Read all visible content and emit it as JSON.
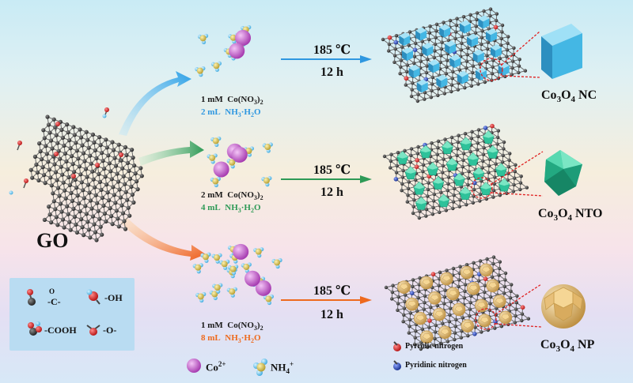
{
  "go_label": "GO",
  "routes": [
    {
      "mm_label": "1 mM",
      "co_salt": "Co(NO3)2",
      "ml_label": "2 mL",
      "nh3": "NH3·H2O",
      "temp": "185 ℃",
      "time": "12 h",
      "product": "Co3O4 NC",
      "accent": "#2f97e0"
    },
    {
      "mm_label": "2 mM",
      "co_salt": "Co(NO3)2",
      "ml_label": "4 mL",
      "nh3": "NH3·H2O",
      "temp": "185 ℃",
      "time": "12 h",
      "product": "Co3O4 NTO",
      "accent": "#2e9a56"
    },
    {
      "mm_label": "1 mM",
      "co_salt": "Co(NO3)2",
      "ml_label": "8 mL",
      "nh3": "NH3·H2O",
      "temp": "185 ℃",
      "time": "12 h",
      "product": "Co3O4 NP",
      "accent": "#ee6a1e"
    }
  ],
  "functional_groups": {
    "carbonyl": "-C-",
    "carbonyl_o": "O",
    "hydroxyl": "-OH",
    "carboxyl": "-COOH",
    "epoxy": "-O-"
  },
  "ions": {
    "cobalt": "Co2+",
    "ammonium": "NH4+"
  },
  "nitrogen": {
    "pyrrolic": "Pyrrolic nitrogen",
    "pyridinic": "Pyridinic nitrogen"
  },
  "colors": {
    "carbon": "#2b2b2b",
    "oxygen": "#e0201f",
    "hydrogen": "#6cc8ef",
    "cobalt": "#c455c9",
    "ammonium_n": "#d8c45a",
    "cube": "#42b4e3",
    "octahedron": "#2dbf94",
    "sphere": "#d8b06a",
    "pyridinic_n": "#1f3fb0"
  }
}
